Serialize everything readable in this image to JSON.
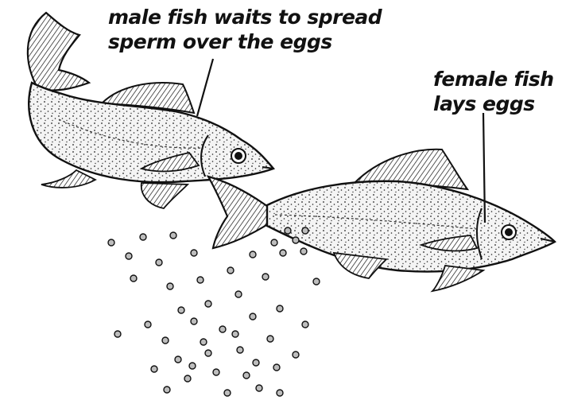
{
  "labels": {
    "male_line1": "male fish waits to spread",
    "male_line2": "sperm over the eggs",
    "female_line1": "female fish",
    "female_line2": "lays eggs"
  },
  "colors": {
    "ink": "#111111",
    "background": "#ffffff",
    "fish_fill": "#f4f4f4"
  }
}
